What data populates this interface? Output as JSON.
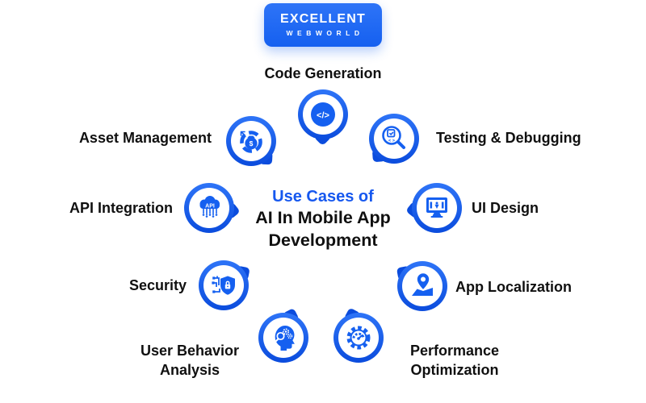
{
  "logo": {
    "line1": "EXCELLENT",
    "line2": "WEBWORLD"
  },
  "title": {
    "highlight": "Use Cases of",
    "line2": "AI In Mobile App",
    "line3": "Development"
  },
  "colors": {
    "primary": "#1560F0",
    "primary_light": "#2E74F7",
    "primary_dark": "#0B4CDD",
    "title_blue": "#1658EF",
    "text": "#101010",
    "background": "#FFFFFF"
  },
  "nodes": [
    {
      "id": "code-generation",
      "label": "Code Generation",
      "icon": "code-icon"
    },
    {
      "id": "testing-debugging",
      "label": "Testing & Debugging",
      "icon": "magnifier-check-icon"
    },
    {
      "id": "ui-design",
      "label": "UI Design",
      "icon": "monitor-design-icon"
    },
    {
      "id": "app-localization",
      "label": "App Localization",
      "icon": "map-pin-icon"
    },
    {
      "id": "performance-optimization",
      "label": "Performance Optimization",
      "icon": "gauge-gear-icon"
    },
    {
      "id": "user-behavior-analysis",
      "label": "User Behavior Analysis",
      "icon": "head-analysis-icon"
    },
    {
      "id": "security",
      "label": "Security",
      "icon": "shield-circuit-icon"
    },
    {
      "id": "api-integration",
      "label": "API Integration",
      "icon": "api-cloud-icon"
    },
    {
      "id": "asset-management",
      "label": "Asset Management",
      "icon": "money-cycle-icon"
    }
  ]
}
